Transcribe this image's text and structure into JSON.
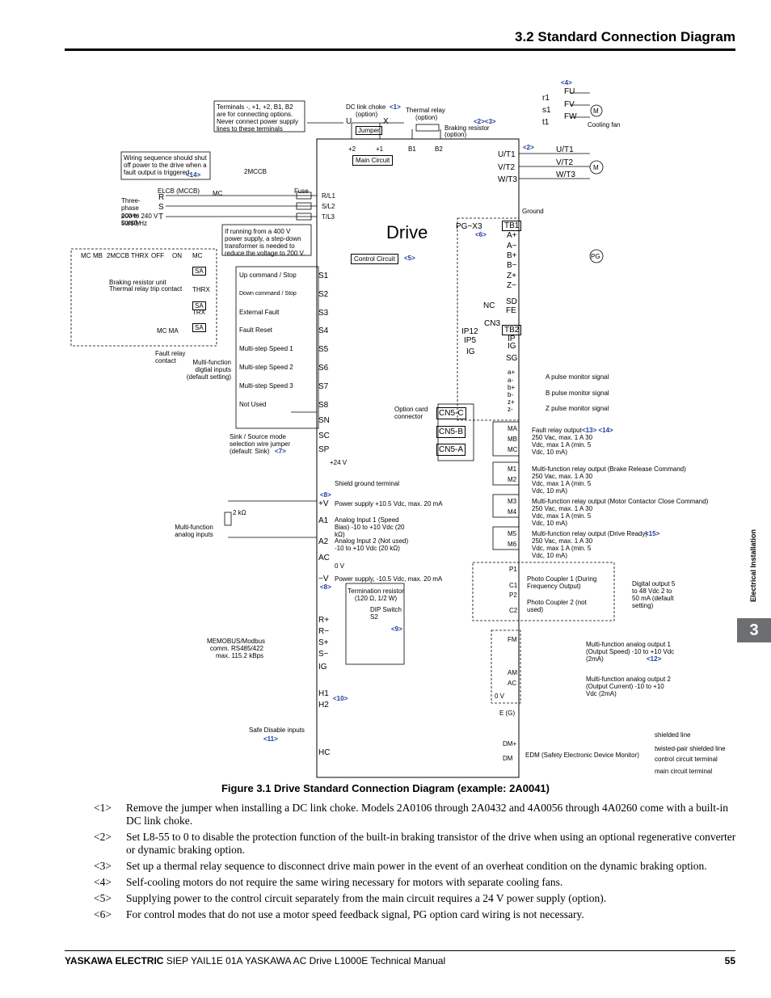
{
  "header": {
    "section_title": "3.2  Standard Connection Diagram"
  },
  "diagram": {
    "drive_label": "Drive",
    "main_circuit_label": "Main Circuit",
    "control_circuit_label": "Control Circuit",
    "ref_control": "<5>",
    "terminals_note": "Terminals -, +1, +2, B1, B2 are for connecting options. Never connect power supply lines to these terminals",
    "wiring_note": "Wiring sequence should shut off power to the drive when a fault output is triggered.",
    "wiring_ref": "<14>",
    "transformer_note": "If running from a 400 V power supply, a step-down transformer is needed to reduce the voltage to 200 V.",
    "dc_link": "DC link choke",
    "dc_link_opt": "(option)",
    "dc_ref": "<1>",
    "thermal_relay": "Thermal relay",
    "thermal_opt": "(option)",
    "thermal_ref": "<2><3>",
    "jumper": "Jumper",
    "braking_resistor": "Braking resistor",
    "braking_opt": "(option)",
    "u_label": "U",
    "x_label": "X",
    "dc_terms": [
      "+2",
      "+1",
      "B1",
      "B2"
    ],
    "fan_ref": "<4>",
    "fan_terms": [
      "r1",
      "s1",
      "t1"
    ],
    "fan_out": [
      "FU",
      "FV",
      "FW"
    ],
    "cooling_fan": "Cooling fan",
    "motor_ref": "<2>",
    "motor_terms": [
      "U/T1",
      "V/T2",
      "W/T3"
    ],
    "motor_out": [
      "U/T1",
      "V/T2",
      "W/T3"
    ],
    "m_label": "M",
    "ground": "Ground",
    "pg_label": "PG",
    "pg_x3": "PG−X3",
    "pg_ref": "<6>",
    "tb1": "TB1",
    "tb1_terms": [
      "A+",
      "A−",
      "B+",
      "B−",
      "Z+",
      "Z−"
    ],
    "nc": "NC",
    "sd": "SD",
    "fe": "FE",
    "cn3": "CN3",
    "tb2": "TB2",
    "ip12": "IP12",
    "ip5": "IP5",
    "ig": "IG",
    "ip": "IP",
    "ig2": "IG",
    "sg": "SG",
    "monitor_terms": [
      "a+",
      "a-",
      "b+",
      "b-",
      "z+",
      "z-"
    ],
    "pulse_monitors": [
      "A pulse monitor signal",
      "B pulse monitor signal",
      "Z pulse monitor signal"
    ],
    "option_card": "Option card connector",
    "cn5": [
      "CN5-C",
      "CN5-B",
      "CN5-A"
    ],
    "elcb": "ELCB (MCCB)",
    "mc": "MC",
    "mccb2": "2MCCB",
    "fuse": "Fuse",
    "rst": [
      "R",
      "S",
      "T"
    ],
    "input_terms": [
      "R/L1",
      "S/L2",
      "T/L3"
    ],
    "three_phase": "Three-phase power supply",
    "voltage": "200 to 240 V",
    "freq": "50/60 Hz",
    "seq_labels": [
      "MC",
      "MB",
      "2MCCB",
      "THRX",
      "OFF",
      "ON",
      "MC"
    ],
    "sa": "SA",
    "braking_unit": "Braking resistor unit",
    "thermal_contact": "Thermal relay trip contact",
    "thrx": "THRX",
    "trx": "TRX",
    "mc_ma": "MC  MA",
    "fault_contact": "Fault relay contact",
    "mf_digital": "Multi-function digtial inputs (default setting)",
    "inputs": [
      {
        "term": "S1",
        "label": "Up command / Stop"
      },
      {
        "term": "S2",
        "label": "Down command / Stop"
      },
      {
        "term": "S3",
        "label": "External Fault"
      },
      {
        "term": "S4",
        "label": "Fault Reset"
      },
      {
        "term": "S5",
        "label": "Multi-step Speed 1"
      },
      {
        "term": "S6",
        "label": "Multi-step Speed 2"
      },
      {
        "term": "S7",
        "label": "Multi-step Speed 3"
      },
      {
        "term": "S8",
        "label": "Not Used"
      }
    ],
    "sn": "SN",
    "sc": "SC",
    "sp": "SP",
    "sink_source": "Sink / Source mode selection wire jumper (default: Sink)",
    "sink_ref": "<7>",
    "v24": "+24 V",
    "shield_ground": "Shield ground terminal",
    "ref8": "<8>",
    "plus_v": "+V",
    "plus_v_desc": "Power supply +10.5 Vdc, max. 20 mA",
    "a1": "A1",
    "a1_desc": "Analog Input 1 (Speed Bias) -10 to +10 Vdc (20 kΩ)",
    "a2": "A2",
    "a2_desc": "Analog Input 2 (Not used) -10 to +10 Vdc  (20 kΩ)",
    "ac": "AC",
    "zero_v": "0 V",
    "minus_v": "−V",
    "minus_v_desc": "Power supply, -10.5 Vdc, max. 20 mA",
    "ref8b": "<8>",
    "pot": "2 kΩ",
    "mf_analog": "Multi-function analog inputs",
    "termination": "Termination resistor (120 Ω, 1/2 W)",
    "dip": "DIP Switch S2",
    "ref9": "<9>",
    "comm_terms": [
      "R+",
      "R−",
      "S+",
      "S−",
      "IG"
    ],
    "memobus": "MEMOBUS/Modbus comm. RS485/422 max. 115.2 kBps",
    "h_terms": [
      "H1",
      "H2"
    ],
    "ref10": "<10>",
    "safe_disable": "Safe Disable inputs",
    "ref11": "<11>",
    "hc": "HC",
    "relay_terms": [
      "MA",
      "MB",
      "MC"
    ],
    "fault_relay": "Fault relay output",
    "fault_ref": "<13> <14>",
    "relay_rating": "250 Vac, max. 1 A 30 Vdc, max 1 A (min. 5 Vdc, 10 mA)",
    "m_outputs": [
      {
        "terms": [
          "M1",
          "M2"
        ],
        "label": "Multi-function relay output (Brake Release Command)",
        "ref": ""
      },
      {
        "terms": [
          "M3",
          "M4"
        ],
        "label": "Multi-function relay output (Motor Contactor Close Command)",
        "ref": ""
      },
      {
        "terms": [
          "M5",
          "M6"
        ],
        "label": "Multi-function relay output (Drive Ready)",
        "ref": "<15>"
      }
    ],
    "photo_terms": [
      "P1",
      "C1",
      "P2",
      "C2"
    ],
    "photo1": "Photo Coupler 1 (During Frequency Output)",
    "photo2": "Photo Coupler 2 (not used)",
    "digital_output": "Digital output 5 to 48 Vdc 2 to 50 mA (default setting)",
    "fm": "FM",
    "am": "AM",
    "ac_out": "AC",
    "zero_v2": "0 V",
    "analog_out1": "Multi-function analog output 1 (Output Speed) -10 to +10 Vdc (2mA)",
    "ref12": "<12>",
    "analog_out2": "Multi-function analog output 2 (Output Current) -10 to +10 Vdc (2mA)",
    "e_g": "E (G)",
    "dm_plus": "DM+",
    "dm": "DM",
    "edm": "EDM (Safety Electronic Device Monitor)",
    "legend": [
      "shielded line",
      "twisted-pair shielded line",
      "control circuit terminal",
      "main circuit terminal"
    ]
  },
  "caption": "Figure 3.1  Drive Standard Connection Diagram (example: 2A0041)",
  "notes": [
    {
      "num": "<1>",
      "text": "Remove the jumper when installing a DC link choke. Models 2A0106 through 2A0432 and 4A0056 through 4A0260 come with a built-in DC link choke."
    },
    {
      "num": "<2>",
      "text": "Set L8-55 to 0 to disable the protection function of the built-in braking transistor of the drive when using an optional regenerative converter or dynamic braking option."
    },
    {
      "num": "<3>",
      "text": "Set up a thermal relay sequence to disconnect drive main power in the event of an overheat condition on the dynamic braking option."
    },
    {
      "num": "<4>",
      "text": "Self-cooling motors do not require the same wiring necessary for motors with separate cooling fans."
    },
    {
      "num": "<5>",
      "text": "Supplying power to the control circuit separately from the main circuit requires a 24 V power supply (option)."
    },
    {
      "num": "<6>",
      "text": "For control modes that do not use a motor speed feedback signal, PG option card wiring is not necessary."
    }
  ],
  "footer": {
    "brand": "YASKAWA ELECTRIC",
    "doc": " SIEP YAIL1E 01A YASKAWA AC Drive L1000E Technical Manual",
    "page": "55"
  },
  "side_tab": {
    "label": "Electrical Installation",
    "chapter": "3"
  }
}
